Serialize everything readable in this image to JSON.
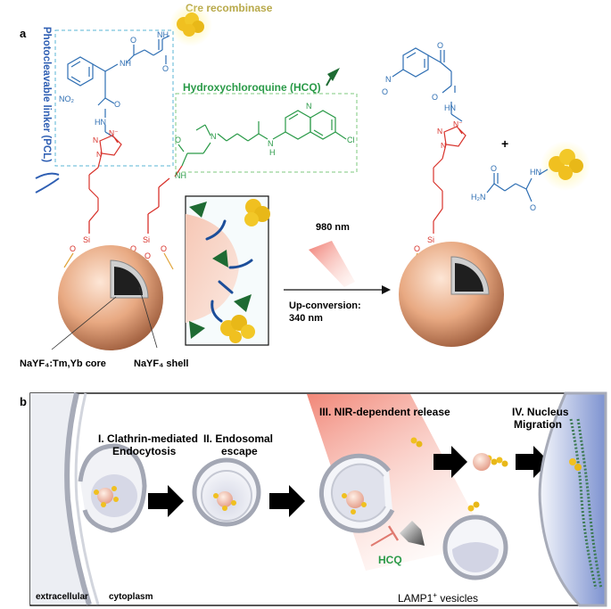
{
  "panel_a": {
    "letter": "a",
    "cre_label": "Cre recombinase",
    "pcl_label": "Photocleavable linker (PCL)",
    "hcq_label": "Hydroxychloroquine (HCQ)",
    "core_label": "NaYF₄:Tm,Yb core",
    "shell_label": "NaYF₄ shell",
    "wavelength": "980 nm",
    "upconv_line1": "Up-conversion:",
    "upconv_line2": "340 nm",
    "plus": "+",
    "atoms": {
      "o": "O",
      "nh": "NH",
      "hn": "HN",
      "n": "N",
      "h": "H",
      "si": "Si",
      "cl": "Cl",
      "no2": "NO₂",
      "no": "N",
      "n_minus": "N⁻",
      "h2n": "H₂N"
    }
  },
  "panel_b": {
    "letter": "b",
    "step1_line1": "I. Clathrin-mediated",
    "step1_line2": "Endocytosis",
    "step2_line1": "II. Endosomal",
    "step2_line2": "escape",
    "step3": "III. NIR-dependent release",
    "step4_line1": "IV. Nucleus",
    "step4_line2": "Migration",
    "hcq": "HCQ",
    "lamp": "LAMP1",
    "lamp_sup": "+",
    "lamp_rest": " vesicles",
    "extracellular": "extracellular",
    "cytoplasm": "cytoplasm"
  },
  "colors": {
    "blue": "#2f6fb3",
    "green": "#2a9a48",
    "red": "#d8332c",
    "orange": "#e0a43a",
    "cre_text": "#b8a94a",
    "protein": "#f0c020",
    "nano": "#e4a883",
    "pcl_box": "#5ab4d6",
    "hcq_box": "#7ec97e"
  }
}
